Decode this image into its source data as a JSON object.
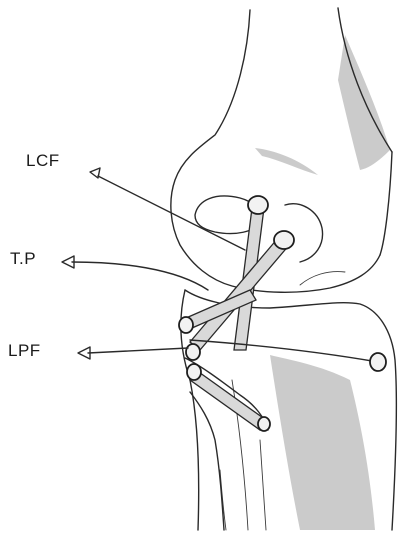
{
  "labels": {
    "lcf": "LCF",
    "tp": "T.P",
    "lpf": "LPF"
  },
  "colors": {
    "ink": "#2a2a2a",
    "shading": "#8c8c8c",
    "paper": "#ffffff"
  }
}
